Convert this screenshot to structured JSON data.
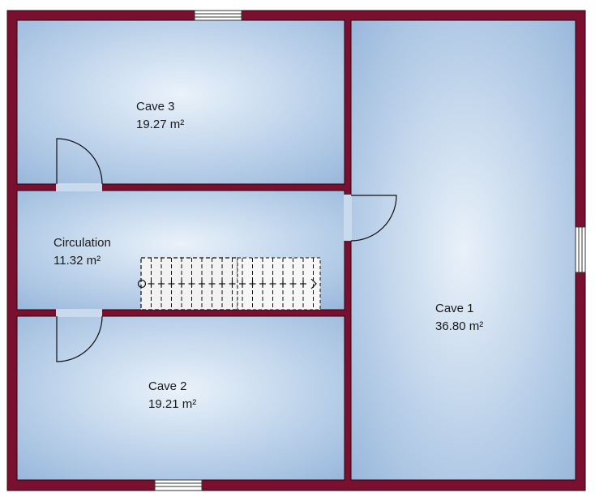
{
  "rooms": [
    {
      "id": "cave3",
      "name": "Cave 3",
      "area": "19.27 m²"
    },
    {
      "id": "circulation",
      "name": "Circulation",
      "area": "11.32 m²"
    },
    {
      "id": "cave2",
      "name": "Cave 2",
      "area": "19.21 m²"
    },
    {
      "id": "cave1",
      "name": "Cave 1",
      "area": "36.80 m²"
    }
  ],
  "colors": {
    "wall": "#7a1030",
    "room_fill_center": "#e8f1f9",
    "room_fill_edge": "#9bb9dd",
    "stair_fill": "#f3f3f3",
    "line": "#111111"
  }
}
